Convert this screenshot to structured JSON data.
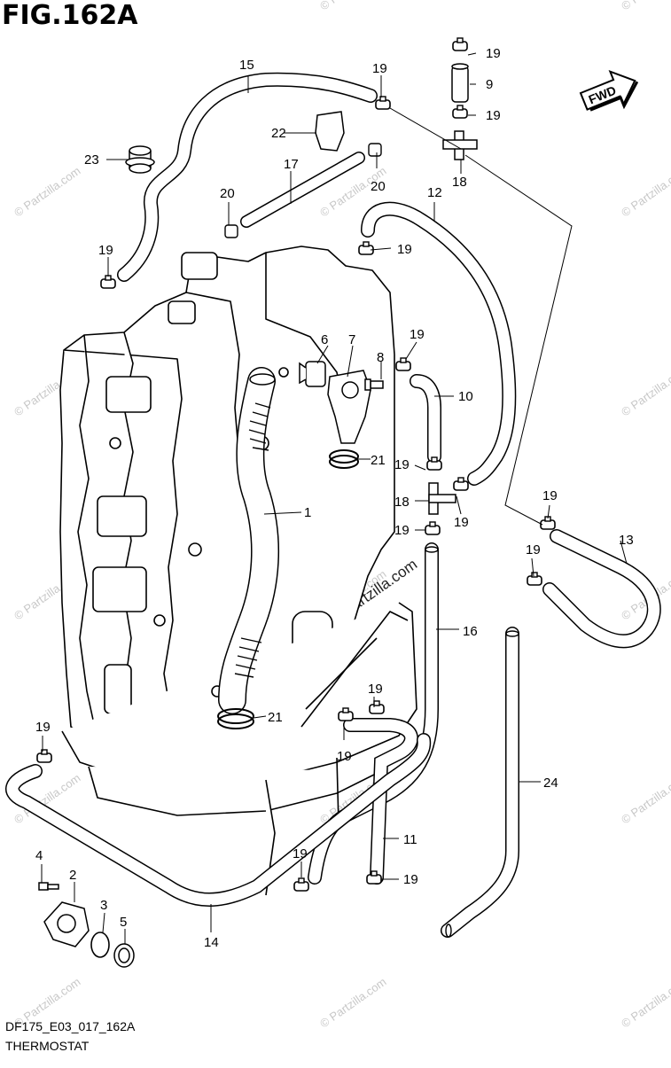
{
  "figure": {
    "title": "FIG.162A",
    "code": "DF175_E03_017_162A",
    "name": "THERMOSTAT",
    "fwd_label": "FWD"
  },
  "watermarks": [
    "© Partzilla.com"
  ],
  "callouts": [
    "1",
    "2",
    "3",
    "4",
    "5",
    "6",
    "7",
    "8",
    "9",
    "10",
    "11",
    "12",
    "13",
    "14",
    "15",
    "16",
    "17",
    "18",
    "19",
    "20",
    "21",
    "22",
    "23",
    "24"
  ]
}
